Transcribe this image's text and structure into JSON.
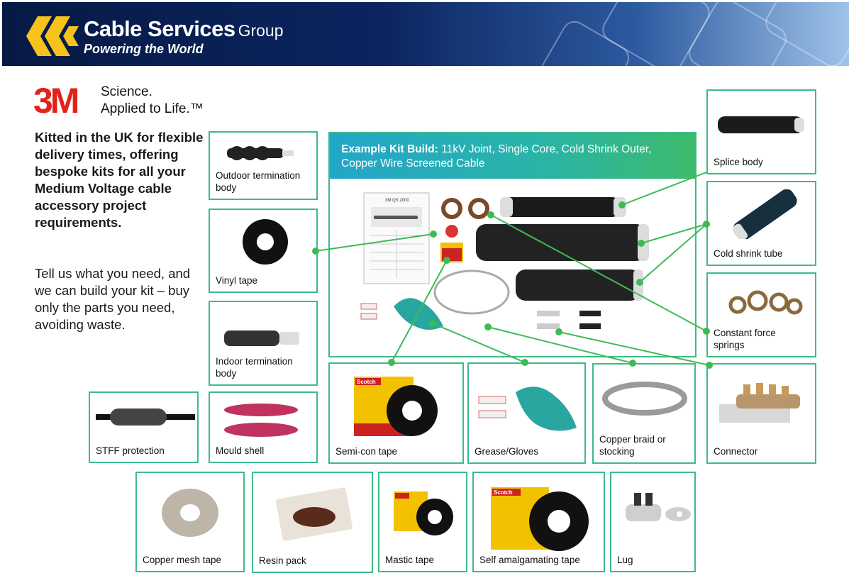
{
  "header": {
    "brand_name": "Cable Services",
    "brand_group": "Group",
    "tagline": "Powering the World",
    "colors": {
      "navy": "#0b2560",
      "chevron": "#f6c31c"
    }
  },
  "brand3m": {
    "logo_text": "3M",
    "tagline_line1": "Science.",
    "tagline_line2": "Applied to Life.™",
    "color": "#e2231a"
  },
  "intro": {
    "bold_text": "Kitted in the UK for flexible delivery times, offering bespoke kits for all your Medium Voltage cable accessory project requirements.",
    "body_text": "Tell us what you need, and we can build your kit – buy only the parts you need, avoiding waste."
  },
  "kit": {
    "heading_bold": "Example Kit Build:",
    "heading_rest": " 11kV Joint, Single Core, Cold Shrink Outer, Copper Wire Screened Cable",
    "instruction_sheet_title": "3M QS 2000"
  },
  "products": {
    "outdoor_termination": "Outdoor termination body",
    "vinyl_tape": "Vinyl tape",
    "indoor_termination": "Indoor termination body",
    "splice_body": "Splice body",
    "cold_shrink_tube": "Cold shrink tube",
    "constant_force_springs": "Constant force springs",
    "connector": "Connector",
    "stff_protection": "STFF protection",
    "mould_shell": "Mould shell",
    "semicon_tape": "Semi-con tape",
    "grease_gloves": "Grease/Gloves",
    "copper_braid": "Copper braid or stocking",
    "copper_mesh_tape": "Copper mesh tape",
    "resin_pack": "Resin pack",
    "mastic_tape": "Mastic tape",
    "self_amalgamating_tape": "Self amalgamating tape",
    "lug": "Lug"
  },
  "tape_brand": "Scotch",
  "accent_color": "#3dbb88"
}
